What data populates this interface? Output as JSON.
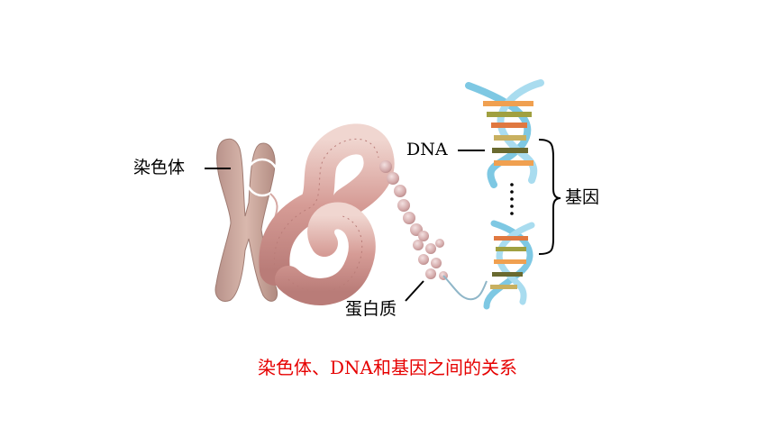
{
  "labels": {
    "chromosome": "染色体",
    "dna": "DNA",
    "gene": "基因",
    "protein": "蛋白质"
  },
  "caption": "染色体、DNA和基因之间的关系",
  "colors": {
    "caption": "#e60000",
    "chromosome": "#c8a294",
    "chromatin_coil": "#d9a9a3",
    "protein_bead": "#d8b3b3",
    "dna_backbone": "#7ec8e3"
  }
}
